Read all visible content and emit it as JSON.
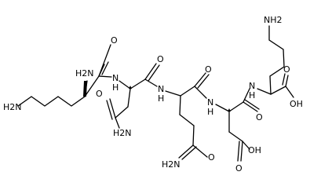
{
  "diagram": {
    "type": "chemical-structure",
    "labels": {
      "lys1_nh2_top": "H2N",
      "lys1_nh2_side": "H2N",
      "asn_o_backbone": "O",
      "asn_nh": "N",
      "asn_nh_h": "H",
      "asn_side_o": "O",
      "asn_side_nh2": "H2N",
      "gln_o_backbone": "O",
      "gln_nh": "N",
      "gln_nh_h": "H",
      "gln_side_o": "O",
      "gln_side_nh2": "H2N",
      "asp_o_backbone": "O",
      "asp_nh": "N",
      "asp_nh_h": "H",
      "asp_side_o": "O",
      "asp_side_oh": "OH",
      "lys2_nh": "N",
      "lys2_nh_h": "H",
      "lys2_nh2_side": "NH2",
      "lys2_cooh_o": "O",
      "lys2_cooh_oh": "OH"
    }
  }
}
